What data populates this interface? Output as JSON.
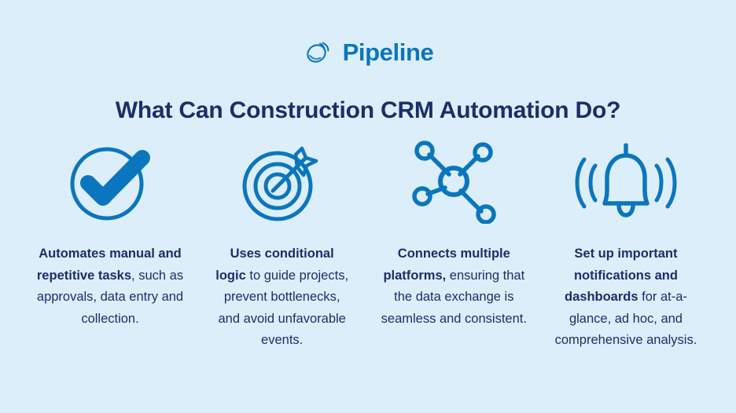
{
  "brand": {
    "logo_icon": "pipeline-swirl-logo",
    "name": "Pipeline",
    "color": "#0b76bd"
  },
  "title": "What Can Construction CRM Automation Do?",
  "colors": {
    "background": "#ddeefb",
    "accent_blue": "#0b76bd",
    "navy_text": "#1b2e69"
  },
  "columns": [
    {
      "icon": "check-circle-icon",
      "bold": "Automates manual and repetitive tasks",
      "rest": ", such as approvals, data entry and collection."
    },
    {
      "icon": "target-arrow-icon",
      "bold": "Uses conditional logic",
      "rest": " to guide projects, prevent bottlenecks, and avoid unfavorable events."
    },
    {
      "icon": "network-hub-icon",
      "bold": "Connects multiple platforms,",
      "rest": " ensuring that the data exchange is seamless and consistent."
    },
    {
      "icon": "ringing-bell-icon",
      "bold": "Set up important notifications and dashboards",
      "rest": " for at-a-glance, ad hoc, and comprehensive analysis."
    }
  ]
}
